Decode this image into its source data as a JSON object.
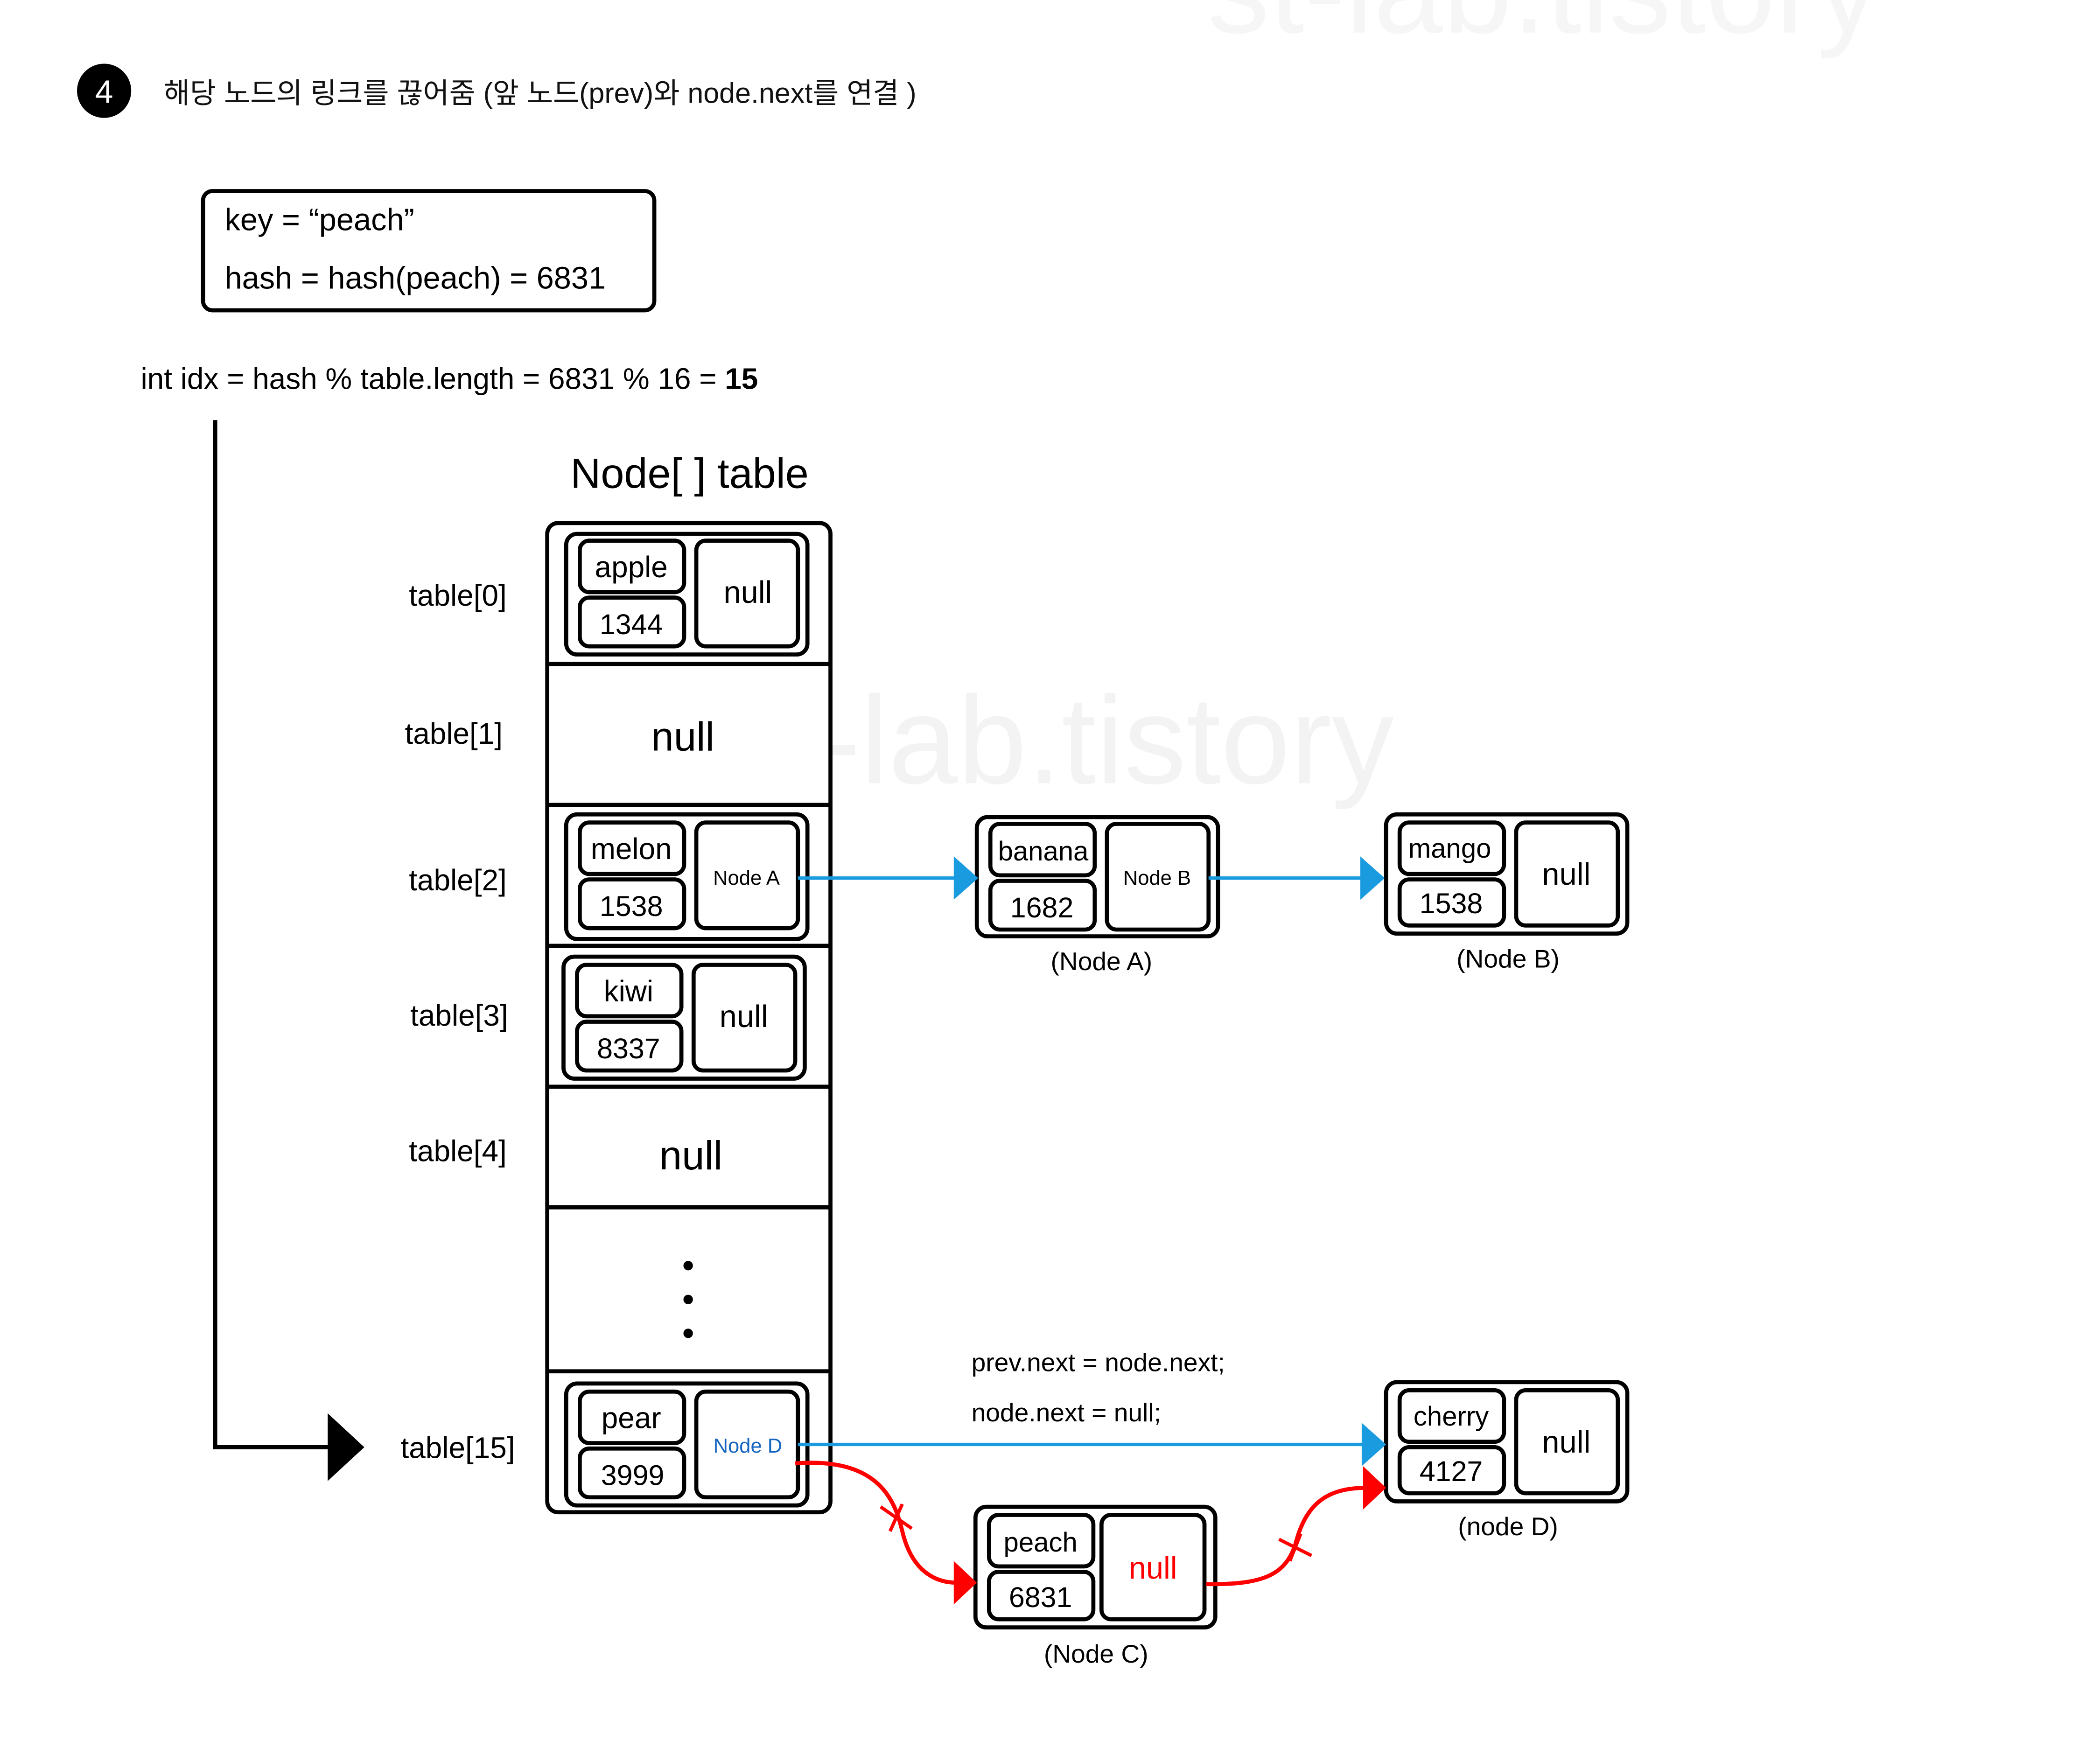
{
  "step": {
    "number": "4",
    "title": "해당 노드의 링크를 끊어줌 (앞 노드(prev)와 node.next를 연결 )"
  },
  "key_box": {
    "key_line": "key = “peach”",
    "hash_line": "hash = hash(peach) = 6831"
  },
  "idx_line": {
    "text": "int idx = hash % table.length = 6831 % 16 = ",
    "result": "15"
  },
  "table_title": "Node[ ] table",
  "watermark": "st-lab.tistory",
  "table_labels": [
    "table[0]",
    "table[1]",
    "table[2]",
    "table[3]",
    "table[4]",
    "table[15]"
  ],
  "null_text": "null",
  "ellipsis": "⋮",
  "nodes": {
    "t0": {
      "key": "apple",
      "hash": "1344",
      "next": "null"
    },
    "t2": {
      "key": "melon",
      "hash": "1538",
      "next": "Node A"
    },
    "t3": {
      "key": "kiwi",
      "hash": "8337",
      "next": "null"
    },
    "t15": {
      "key": "pear",
      "hash": "3999",
      "next": "Node D"
    },
    "nodeA": {
      "key": "banana",
      "hash": "1682",
      "next": "Node B",
      "caption": "(Node A)"
    },
    "nodeB": {
      "key": "mango",
      "hash": "1538",
      "next": "null",
      "caption": "(Node B)"
    },
    "nodeC": {
      "key": "peach",
      "hash": "6831",
      "next": "null",
      "caption": "(Node C)"
    },
    "nodeD": {
      "key": "cherry",
      "hash": "4127",
      "next": "null",
      "caption": "(node D)"
    }
  },
  "code": {
    "line1": "prev.next = node.next;",
    "line2": "node.next = null;"
  },
  "colors": {
    "blue_arrow": "#1a9be0",
    "red_arrow": "#ff0000",
    "node_d_text": "#1565c0",
    "watermark": "#f4f4f4"
  }
}
